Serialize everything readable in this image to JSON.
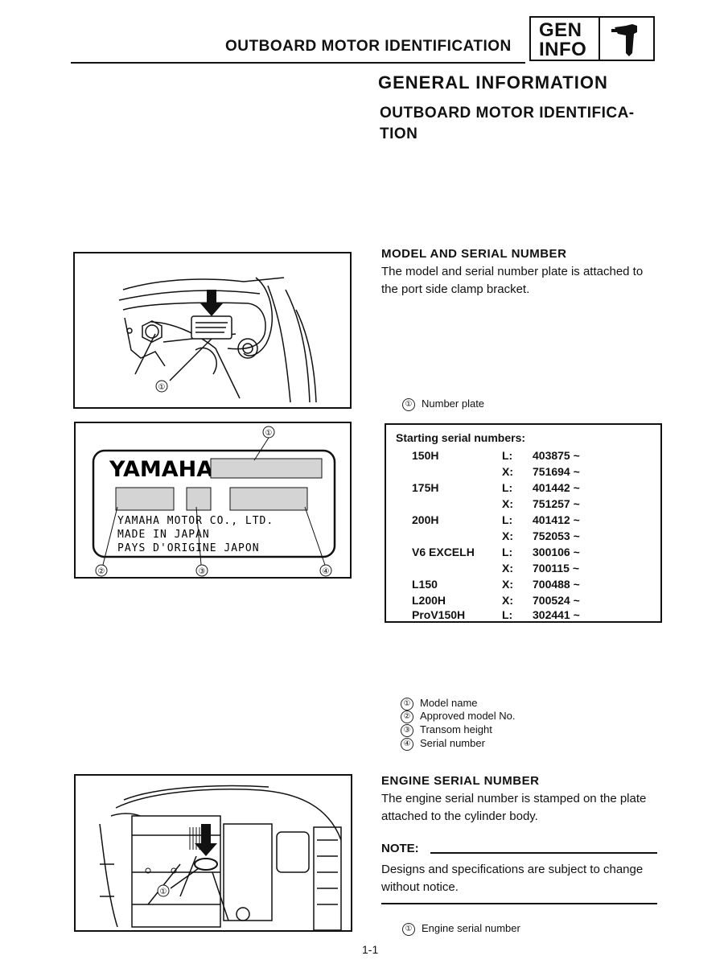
{
  "header": {
    "title": "OUTBOARD MOTOR IDENTIFICATION",
    "badge_line1": "GEN",
    "badge_line2": "INFO",
    "badge_icon": "outboard-motor-icon"
  },
  "main_title": "GENERAL INFORMATION",
  "section_title": "OUTBOARD MOTOR IDENTIFICA-TION",
  "section_title_line1": "OUTBOARD MOTOR IDENTIFICA-",
  "section_title_line2": "TION",
  "model_serial": {
    "heading": "MODEL AND SERIAL NUMBER",
    "text_line1": "The model and serial number plate is attached to",
    "text_line2": "the port side clamp bracket.",
    "figure_callout": "①",
    "caption_marker": "①",
    "caption": "Number plate"
  },
  "plate": {
    "brand": "YAMAHA",
    "line1": "YAMAHA MOTOR CO., LTD.",
    "line2": "MADE IN JAPAN",
    "line3": "PAYS D'ORIGINE JAPON",
    "callouts": [
      "①",
      "②",
      "③",
      "④"
    ]
  },
  "serial_table": {
    "heading": "Starting serial numbers:",
    "rows": [
      {
        "model": "150H",
        "code": "L:",
        "value": "403875 ~"
      },
      {
        "model": "",
        "code": "X:",
        "value": "751694 ~"
      },
      {
        "model": "175H",
        "code": "L:",
        "value": "401442 ~"
      },
      {
        "model": "",
        "code": "X:",
        "value": "751257 ~"
      },
      {
        "model": "200H",
        "code": "L:",
        "value": "401412 ~"
      },
      {
        "model": "",
        "code": "X:",
        "value": "752053 ~"
      },
      {
        "model": "V6 EXCELH",
        "code": "L:",
        "value": "300106 ~"
      },
      {
        "model": "",
        "code": "X:",
        "value": "700115 ~"
      },
      {
        "model": "L150",
        "code": "X:",
        "value": "700488 ~"
      },
      {
        "model": "L200H",
        "code": "X:",
        "value": "700524 ~"
      },
      {
        "model": "ProV150H",
        "code": "L:",
        "value": "302441 ~"
      }
    ]
  },
  "plate_legend": [
    {
      "marker": "①",
      "text": "Model name"
    },
    {
      "marker": "②",
      "text": "Approved model No."
    },
    {
      "marker": "③",
      "text": "Transom height"
    },
    {
      "marker": "④",
      "text": "Serial number"
    }
  ],
  "engine_serial": {
    "heading": "ENGINE SERIAL NUMBER",
    "text_line1": "The engine serial number is stamped on the plate",
    "text_line2": "attached to the cylinder body.",
    "figure_callout": "①",
    "caption_marker": "①",
    "caption": "Engine serial number"
  },
  "note": {
    "label": "NOTE:",
    "text_line1": "Designs and specifications are subject to change",
    "text_line2": "without notice."
  },
  "page_number": "1-1"
}
